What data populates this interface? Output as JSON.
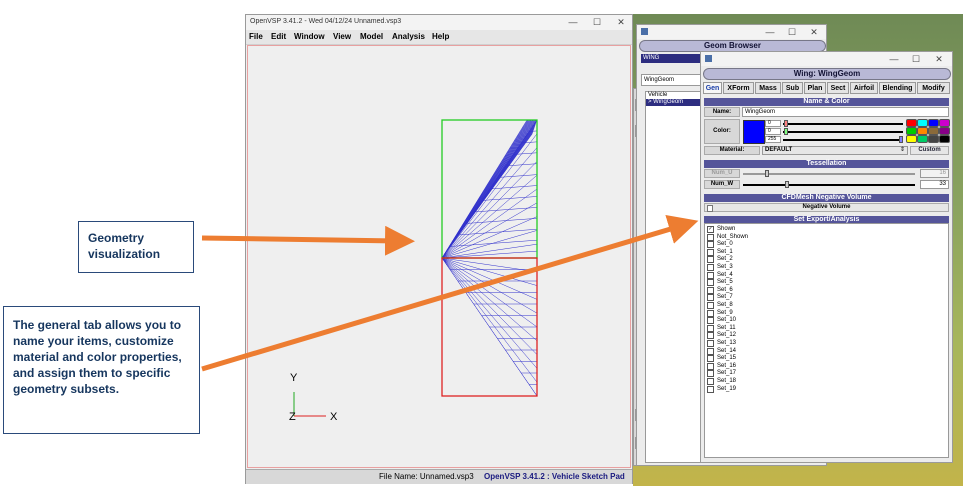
{
  "main_window": {
    "title": "OpenVSP 3.41.2 - Wed 04/12/24     Unnamed.vsp3",
    "menu": [
      "File",
      "Edit",
      "Window",
      "View",
      "Model",
      "Analysis",
      "Help"
    ],
    "status_file": "File Name: Unnamed.vsp3",
    "status_app": "OpenVSP 3.41.2 : Vehicle Sketch Pad",
    "axes": {
      "y": "Y",
      "z": "Z",
      "x": "X"
    }
  },
  "window_controls": {
    "minimize": "—",
    "maximize": "☐",
    "close": "✕"
  },
  "geom_browser": {
    "title": "Geom Browser",
    "type_label": "WING",
    "name_value": "WingGeom",
    "tree": [
      "Vehicle",
      "> WingGeom"
    ]
  },
  "wing_window": {
    "title": "Wing: WingGeom",
    "tabs": [
      "Gen",
      "XForm",
      "Mass",
      "Sub",
      "Plan",
      "Sect",
      "Airfoil",
      "Blending",
      "Modify"
    ],
    "name_color": {
      "header": "Name & Color",
      "name_label": "Name:",
      "name_value": "WingGeom",
      "color_label": "Color:",
      "r": "0",
      "g": "0",
      "b": "255",
      "material_label": "Material:",
      "material_value": "DEFAULT",
      "custom_label": "Custom",
      "accent": "#0000ff"
    },
    "tessellation": {
      "header": "Tessellation",
      "num_u_label": "Num_U",
      "num_u_value": "16",
      "num_w_label": "Num_W",
      "num_w_value": "33"
    },
    "cfd": {
      "header": "CFDMesh Negative Volume",
      "toggle_label": "Negative Volume"
    },
    "sets": {
      "header": "Set Export/Analysis",
      "items": [
        {
          "label": "Shown",
          "checked": true
        },
        {
          "label": "Not_Shown",
          "checked": false
        },
        {
          "label": "Set_0",
          "checked": false
        },
        {
          "label": "Set_1",
          "checked": false
        },
        {
          "label": "Set_2",
          "checked": false
        },
        {
          "label": "Set_3",
          "checked": false
        },
        {
          "label": "Set_4",
          "checked": false
        },
        {
          "label": "Set_5",
          "checked": false
        },
        {
          "label": "Set_6",
          "checked": false
        },
        {
          "label": "Set_7",
          "checked": false
        },
        {
          "label": "Set_8",
          "checked": false
        },
        {
          "label": "Set_9",
          "checked": false
        },
        {
          "label": "Set_10",
          "checked": false
        },
        {
          "label": "Set_11",
          "checked": false
        },
        {
          "label": "Set_12",
          "checked": false
        },
        {
          "label": "Set_13",
          "checked": false
        },
        {
          "label": "Set_14",
          "checked": false
        },
        {
          "label": "Set_15",
          "checked": false
        },
        {
          "label": "Set_16",
          "checked": false
        },
        {
          "label": "Set_17",
          "checked": false
        },
        {
          "label": "Set_18",
          "checked": false
        },
        {
          "label": "Set_19",
          "checked": false
        }
      ]
    }
  },
  "callouts": {
    "geometry": "Geometry visualization",
    "general_tab": "The general tab allows you to name your items, customize material and color properties, and assign them to specific geometry subsets."
  },
  "colors": {
    "callout_arrow": "#ed7d31",
    "wing_mesh": "#3333cc",
    "box_upper": "#22cc22",
    "box_lower": "#dd2222",
    "section_header": "#55559a"
  }
}
